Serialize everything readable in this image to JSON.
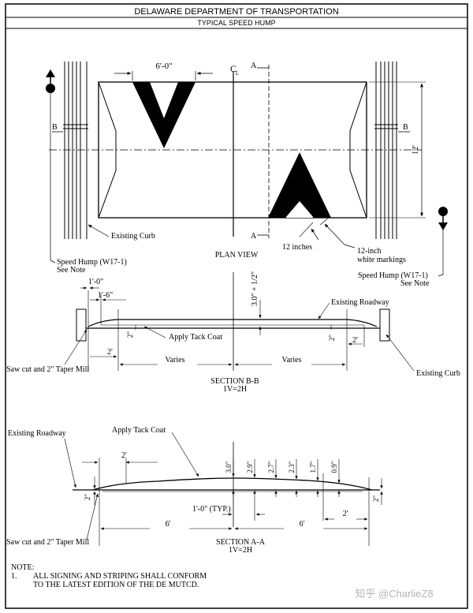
{
  "header": {
    "agency": "DELAWARE DEPARTMENT OF TRANSPORTATION",
    "title": "TYPICAL SPEED HUMP"
  },
  "plan_view": {
    "label": "PLAN VIEW",
    "dim_chevron_width": "6'-0\"",
    "centerline_symbol": "C",
    "centerline_sub": "L",
    "section_a": "A",
    "section_b": "B",
    "dim_length": "12'",
    "existing_curb": "Existing Curb",
    "twelve_inches": "12 inches",
    "white_markings_line1": "12-inch",
    "white_markings_line2": "white markings",
    "sign_left_line1": "Speed Hump (W17-1)",
    "sign_left_line2": "See Note",
    "sign_right_line1": "Speed Hump (W17-1)",
    "sign_right_line2": "See Note"
  },
  "section_bb": {
    "title": "SECTION B-B",
    "scale": "1V=2H",
    "dim_1_0": "1'-0\"",
    "dim_1_6": "1'-6\"",
    "height": "3.0\" + 1/2\"",
    "existing_roadway": "Existing Roadway",
    "apply_tack": "Apply Tack Coat",
    "dim_2in_left": "2\"",
    "dim_2in_right": "2\"",
    "dim_2ft_left": "2'",
    "dim_2ft_right": "2'",
    "varies_left": "Varies",
    "varies_right": "Varies",
    "saw_cut": "Saw cut and 2\" Taper Mill",
    "existing_curb": "Existing Curb"
  },
  "section_aa": {
    "title": "SECTION A-A",
    "scale": "1V=2H",
    "existing_roadway": "Existing Roadway",
    "apply_tack": "Apply Tack Coat",
    "dim_2ft_top": "2'",
    "heights": [
      "3.0\"",
      "2.9\"",
      "2.7\"",
      "2.3\"",
      "1.7\"",
      "0.9\""
    ],
    "dim_2in_left": "2\"",
    "dim_2in_right": "2\"",
    "typ": "1'-0\" (TYP.)",
    "dim_6ft_left": "6'",
    "dim_6ft_right": "6'",
    "dim_2ft_bottom": "2'",
    "saw_cut": "Saw cut and 2\" Taper Mill"
  },
  "note": {
    "heading": "NOTE:",
    "number": "1.",
    "line1": "ALL SIGNING AND STRIPING SHALL CONFORM",
    "line2": "TO THE LATEST EDITION OF THE DE MUTCD."
  },
  "watermark": "知乎 @CharlieZ8"
}
